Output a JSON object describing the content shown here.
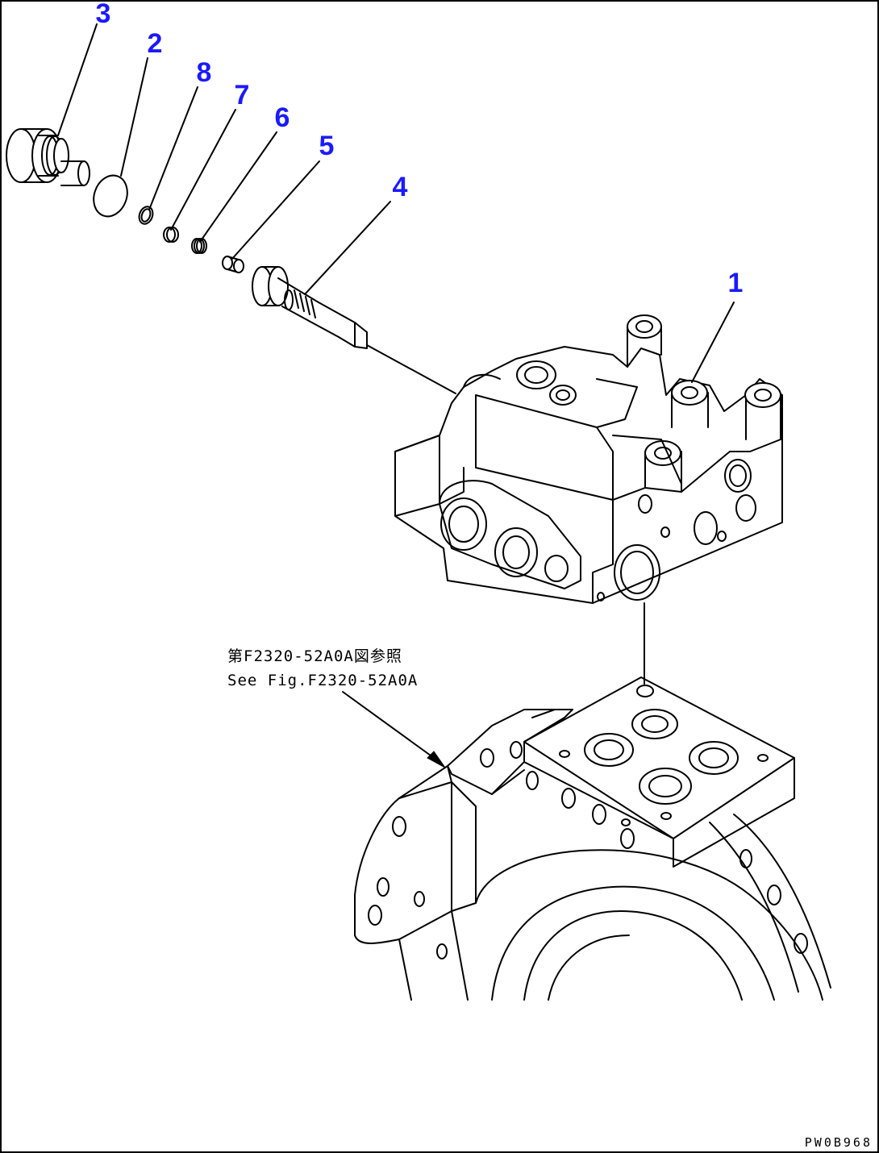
{
  "diagram": {
    "labels": [
      {
        "id": "1",
        "text": "1"
      },
      {
        "id": "2",
        "text": "2"
      },
      {
        "id": "3",
        "text": "3"
      },
      {
        "id": "4",
        "text": "4"
      },
      {
        "id": "5",
        "text": "5"
      },
      {
        "id": "6",
        "text": "6"
      },
      {
        "id": "7",
        "text": "7"
      },
      {
        "id": "8",
        "text": "8"
      }
    ],
    "reference_note": {
      "line1": "第F2320-52A0A図参照",
      "line2": "See Fig.F2320-52A0A"
    },
    "figure_code": "PW0B968"
  },
  "colors": {
    "label": "#1a1aff",
    "line": "#000000",
    "background": "#ffffff"
  }
}
